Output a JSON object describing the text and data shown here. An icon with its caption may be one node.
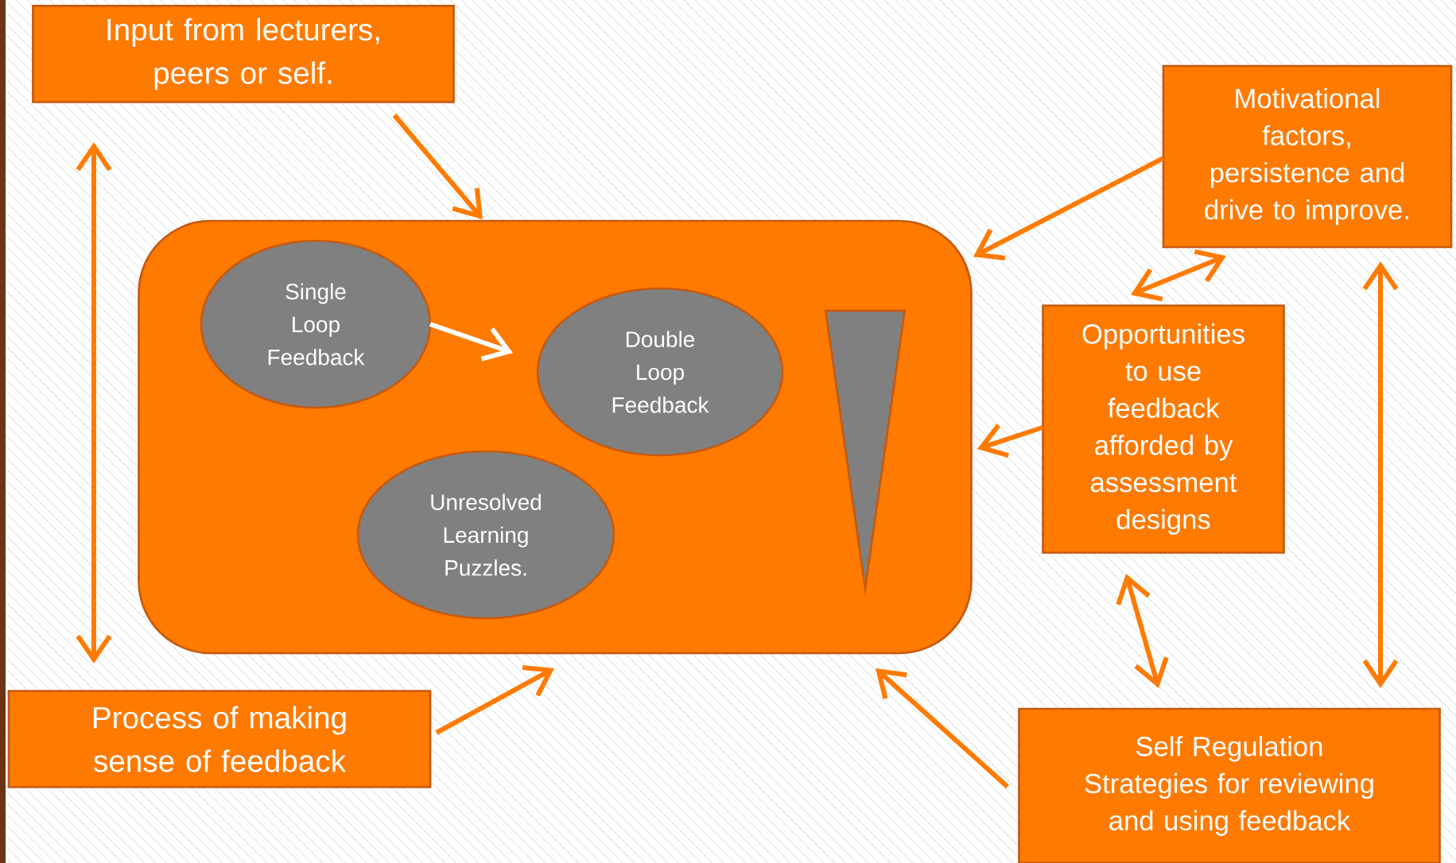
{
  "diagram": {
    "nodes": [
      {
        "text": [
          "Input from lecturers, peers or self."
        ]
      },
      {
        "text": [
          "Motivational factors, persistence and drive to improve."
        ]
      },
      {
        "text": [],
        "shape": "box"
      },
      {
        "text": [
          "Single Loop Feedback"
        ],
        "in": 2
      },
      {
        "text": [
          "Double Loop Feedback"
        ],
        "in": 2
      },
      {
        "text": [
          "Unresolved Learning Puzzles."
        ],
        "in": 2
      },
      {
        "text": [
          "Opportunities to use feedback afforded by assessment designs"
        ]
      },
      {
        "text": [
          "Process of making sense of feedback"
        ]
      },
      {
        "text": [
          "Self Regulation Strategies for reviewing and using feedback"
        ]
      },
      {
        "text": [],
        "shape": "triangle",
        "in": 2
      }
    ],
    "edges": [
      {
        "from": 0,
        "to": 2,
        "arrow": "to"
      },
      {
        "from": 1,
        "to": 2,
        "arrow": "to"
      },
      {
        "from": 3,
        "to": 4,
        "arrow": "to",
        "color": "#ffffff"
      },
      {
        "from": 6,
        "to": 2,
        "arrow": "to"
      },
      {
        "from": 7,
        "to": 2,
        "arrow": "to"
      },
      {
        "from": 8,
        "to": 2,
        "arrow": "to"
      },
      {
        "from": 0,
        "to": 7,
        "arrow": "both"
      },
      {
        "from": 6,
        "to": 1,
        "arrow": "both"
      },
      {
        "from": 6,
        "to": 8,
        "arrow": "both"
      },
      {
        "from": 1,
        "to": 8,
        "arrow": "both"
      }
    ]
  }
}
